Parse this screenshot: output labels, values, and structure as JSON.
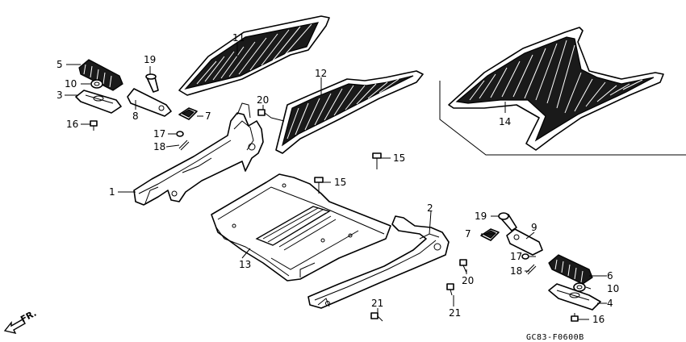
{
  "diagram_code": "GC83-F0600B",
  "direction_label": "FR.",
  "callouts": {
    "c1": "1",
    "c2": "2",
    "c3": "3",
    "c4": "4",
    "c5": "5",
    "c6": "6",
    "c7a": "7",
    "c7b": "7",
    "c8": "8",
    "c9": "9",
    "c10a": "10",
    "c10b": "10",
    "c11": "11",
    "c12": "12",
    "c13": "13",
    "c14": "14",
    "c15a": "15",
    "c15b": "15",
    "c16a": "16",
    "c16b": "16",
    "c17a": "17",
    "c17b": "17",
    "c18a": "18",
    "c18b": "18",
    "c19a": "19",
    "c19b": "19",
    "c20a": "20",
    "c20b": "20",
    "c21a": "21",
    "c21b": "21"
  },
  "icons": [
    "arrow-front-icon",
    "bolt-icon",
    "washer-icon",
    "cotter-pin-icon",
    "rubber-grip-icon"
  ]
}
